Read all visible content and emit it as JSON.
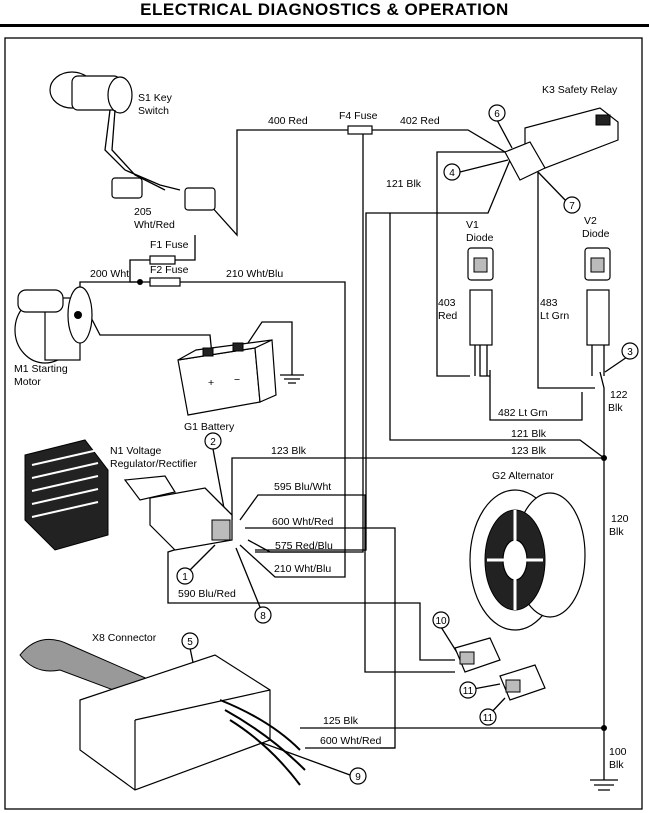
{
  "header": {
    "title": "ELECTRICAL   DIAGNOSTICS & OPERATION"
  },
  "components": {
    "s1_line1": "S1 Key",
    "s1_line2": "Switch",
    "k3": "K3 Safety Relay",
    "v1_line1": "V1",
    "v1_line2": "Diode",
    "v2_line1": "V2",
    "v2_line2": "Diode",
    "m1_line1": "M1 Starting",
    "m1_line2": "Motor",
    "g1": "G1 Battery",
    "n1_line1": "N1 Voltage",
    "n1_line2": "Regulator/Rectifier",
    "g2": "G2 Alternator",
    "x8": "X8 Connector",
    "f1": "F1 Fuse",
    "f2": "F2 Fuse",
    "f4": "F4 Fuse"
  },
  "wires": {
    "w400": "400 Red",
    "w402": "402 Red",
    "w205a": "205",
    "w205b": "Wht/Red",
    "w121a": "121 Blk",
    "w200": "200 Wht",
    "w210a": "210 Wht/Blu",
    "w403a": "403",
    "w403b": "Red",
    "w483a": "483",
    "w483b": "Lt Grn",
    "w482": "482 Lt Grn",
    "w122a": "122",
    "w122b": "Blk",
    "w121b": "121 Blk",
    "w123a": "123 Blk",
    "w123b": "123 Blk",
    "w595": "595 Blu/Wht",
    "w600a": "600 Wht/Red",
    "w575": "575 Red/Blu",
    "w210b": "210 Wht/Blu",
    "w590": "590 Blu/Red",
    "w120a": "120",
    "w120b": "Blk",
    "w125": "125 Blk",
    "w600b": "600 Wht/Red",
    "w100a": "100",
    "w100b": "Blk"
  },
  "callouts": [
    "1",
    "2",
    "3",
    "4",
    "5",
    "6",
    "7",
    "8",
    "9",
    "10",
    "11",
    "11"
  ]
}
